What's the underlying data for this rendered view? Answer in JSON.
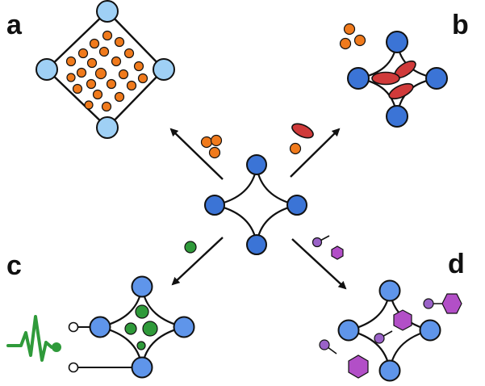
{
  "panels": [
    {
      "id": "a",
      "label": "a"
    },
    {
      "id": "b",
      "label": "b"
    },
    {
      "id": "c",
      "label": "c"
    },
    {
      "id": "d",
      "label": "d"
    }
  ],
  "colors": {
    "node_light": "#9fd0f5",
    "node_blue": "#3b74d6",
    "node_mid": "#5f95ea",
    "outline": "#111111",
    "orange": "#f07a1c",
    "red": "#d03a3a",
    "green": "#2f9a3a",
    "purple": "#b24fc7",
    "purple_dot": "#9a62c8"
  },
  "icons": [
    "arrow-icon",
    "pulse-signal-icon",
    "hexagon-icon",
    "lollipop-ligand-icon"
  ]
}
